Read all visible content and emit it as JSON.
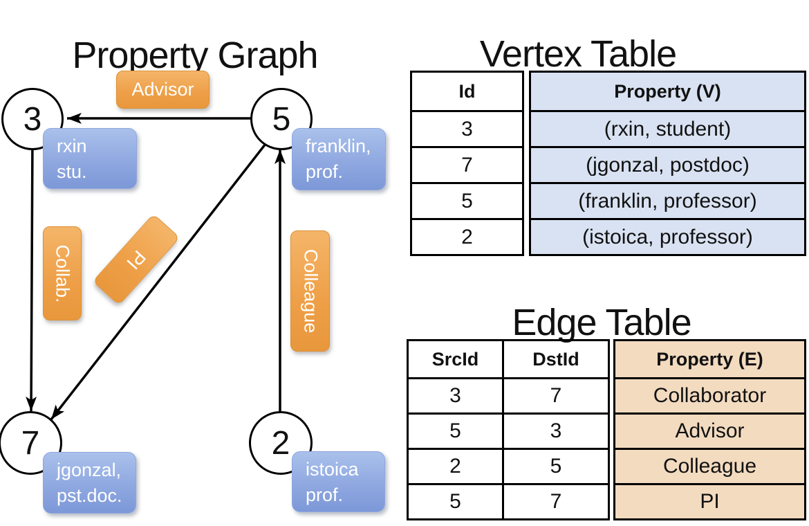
{
  "graph": {
    "title": "Property Graph",
    "nodes": [
      {
        "id": "3"
      },
      {
        "id": "5"
      },
      {
        "id": "7"
      },
      {
        "id": "2"
      }
    ],
    "vertex_properties": [
      {
        "line1": "rxin",
        "line2": "stu."
      },
      {
        "line1": "franklin,",
        "line2": "prof."
      },
      {
        "line1": "jgonzal,",
        "line2": "pst.doc."
      },
      {
        "line1": "istoica",
        "line2": "prof."
      }
    ],
    "edge_labels": {
      "advisor": "Advisor",
      "collab": "Collab.",
      "pi": "PI",
      "colleague": "Colleague"
    }
  },
  "vertex_table": {
    "title": "Vertex Table",
    "headers": {
      "id": "Id",
      "property": "Property (V)"
    },
    "rows": [
      {
        "id": "3",
        "property": "(rxin, student)"
      },
      {
        "id": "7",
        "property": "(jgonzal, postdoc)"
      },
      {
        "id": "5",
        "property": "(franklin, professor)"
      },
      {
        "id": "2",
        "property": "(istoica, professor)"
      }
    ]
  },
  "edge_table": {
    "title": "Edge Table",
    "headers": {
      "src": "SrcId",
      "dst": "DstId",
      "property": "Property (E)"
    },
    "rows": [
      {
        "src": "3",
        "dst": "7",
        "property": "Collaborator"
      },
      {
        "src": "5",
        "dst": "3",
        "property": "Advisor"
      },
      {
        "src": "2",
        "dst": "5",
        "property": "Colleague"
      },
      {
        "src": "5",
        "dst": "7",
        "property": "PI"
      }
    ]
  },
  "colors": {
    "edge_label_orange": "#EE9F47",
    "vertex_box_blue": "#8FA8E0",
    "vertex_table_fill": "#D9E2F2",
    "edge_table_fill": "#F3DBC0",
    "line_color": "#000000",
    "node_fill": "#FFFFFF"
  }
}
